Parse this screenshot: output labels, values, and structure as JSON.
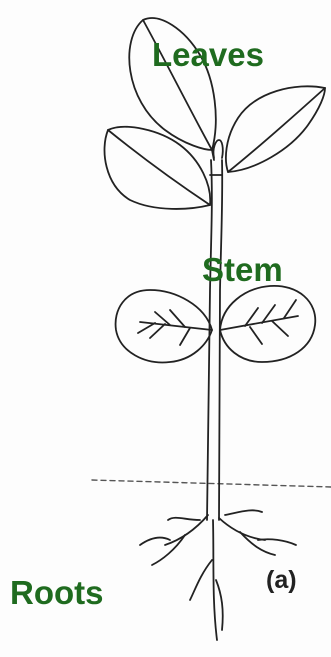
{
  "labels": {
    "leaves": "Leaves",
    "stem": "Stem",
    "roots": "Roots",
    "figure_tag": "(a)"
  },
  "colors": {
    "label": "#1f6b1f",
    "line_art": "#222222",
    "ground_line": "#555555"
  }
}
